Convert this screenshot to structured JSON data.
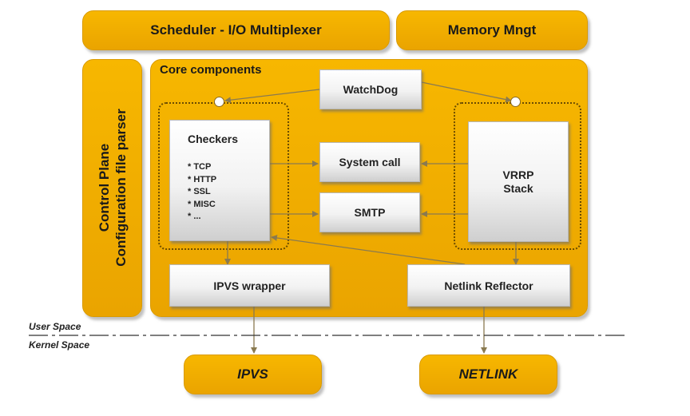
{
  "top_bar": {
    "scheduler": "Scheduler - I/O Multiplexer",
    "memory": "Memory Mngt"
  },
  "control_plane": {
    "line1": "Control Plane",
    "line2": "Configuration file parser"
  },
  "core": {
    "title": "Core components",
    "watchdog": "WatchDog",
    "checkers": {
      "title": "Checkers",
      "items": [
        "* TCP",
        "* HTTP",
        "* SSL",
        "* MISC",
        "* ..."
      ]
    },
    "system_call": "System call",
    "smtp": "SMTP",
    "vrrp": {
      "line1": "VRRP",
      "line2": "Stack"
    },
    "ipvs_wrapper": "IPVS wrapper",
    "netlink_reflector": "Netlink Reflector"
  },
  "space": {
    "user": "User Space",
    "kernel": "Kernel Space"
  },
  "kernel": {
    "ipvs": "IPVS",
    "netlink": "NETLINK"
  },
  "colors": {
    "orange": "#f2b200",
    "arrow": "#8a7a50"
  }
}
